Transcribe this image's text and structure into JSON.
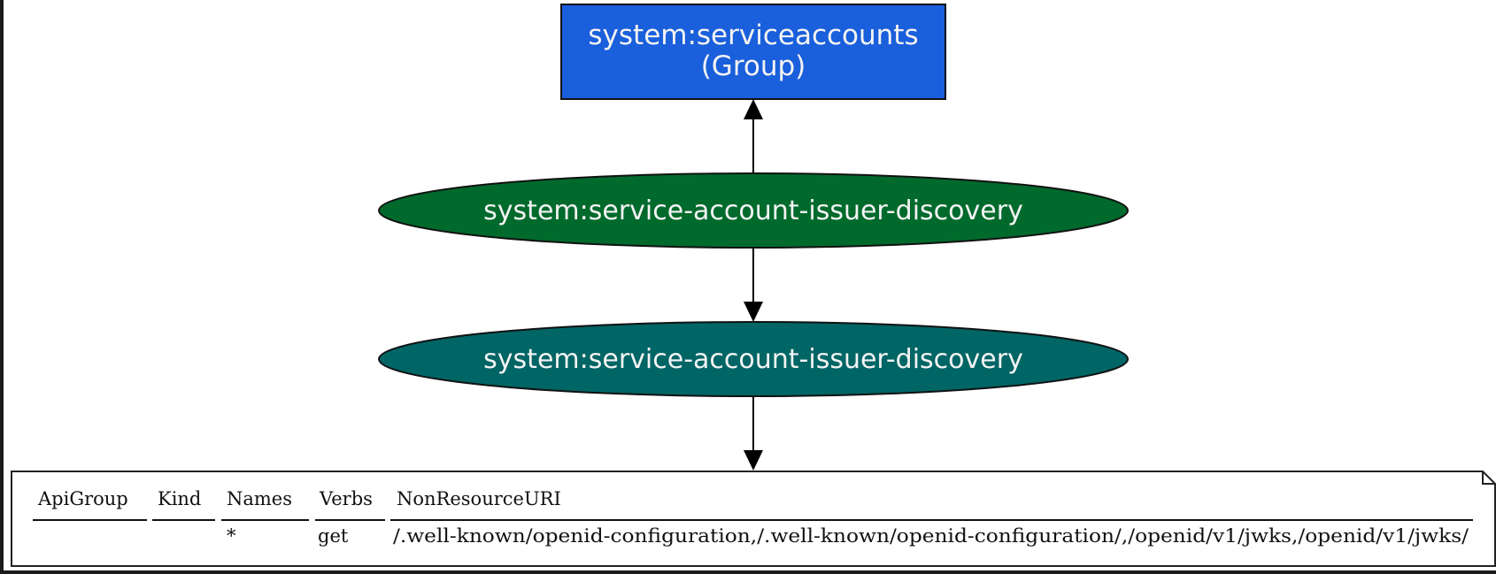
{
  "colors": {
    "group_fill": "#1a5fdb",
    "clusterrolebinding_fill": "#006a2c",
    "clusterrole_fill": "#006565",
    "node_text": "#f3f3f3",
    "edge": "#000000",
    "table_border": "#222222"
  },
  "group_node": {
    "line1": "system:serviceaccounts",
    "line2": "(Group)"
  },
  "binding_node": {
    "label": "system:service-account-issuer-discovery"
  },
  "role_node": {
    "label": "system:service-account-issuer-discovery"
  },
  "rules_table": {
    "headers": [
      "ApiGroup",
      "Kind",
      "Names",
      "Verbs",
      "NonResourceURI"
    ],
    "rows": [
      [
        "",
        "",
        "*",
        "get",
        "/.well-known/openid-configuration,/.well-known/openid-configuration/,/openid/v1/jwks,/openid/v1/jwks/"
      ]
    ]
  }
}
